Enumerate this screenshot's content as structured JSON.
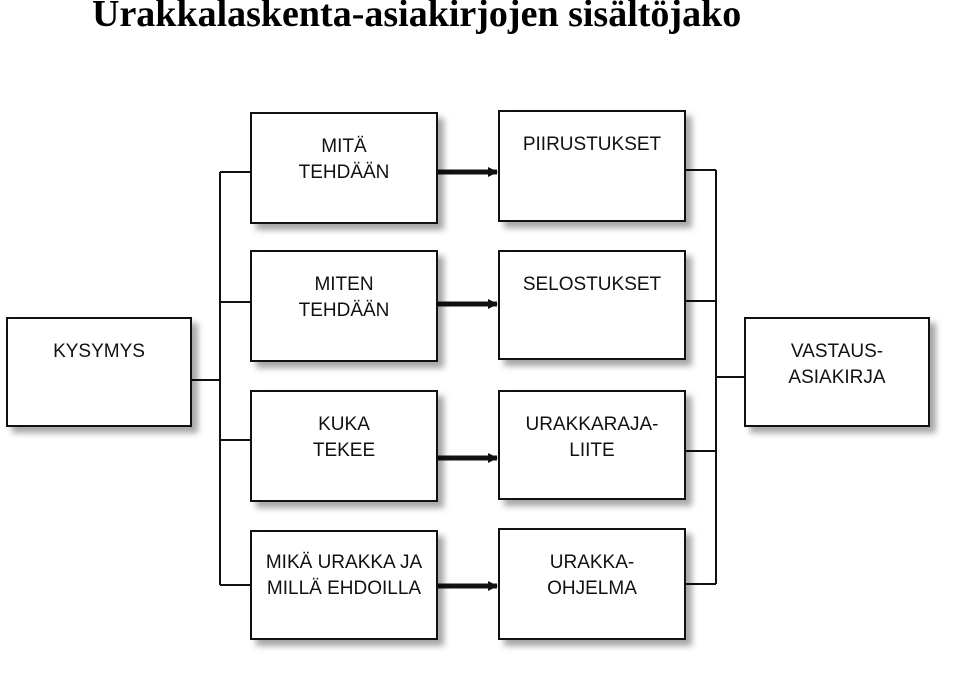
{
  "title": "Urakkalaskenta-asiakirjojen sisältöjako",
  "question": {
    "lines": [
      "KYSYMYS"
    ]
  },
  "answer": {
    "lines": [
      "VASTAUS-",
      "ASIAKIRJA"
    ]
  },
  "questions": [
    {
      "lines": [
        "MITÄ",
        "TEHDÄÄN"
      ]
    },
    {
      "lines": [
        "MITEN",
        "TEHDÄÄN"
      ]
    },
    {
      "lines": [
        "KUKA",
        "TEKEE"
      ]
    },
    {
      "lines": [
        "MIKÄ URAKKA JA",
        "MILLÄ EHDOILLA"
      ]
    }
  ],
  "documents": [
    {
      "lines": [
        "PIIRUSTUKSET"
      ]
    },
    {
      "lines": [
        "SELOSTUKSET"
      ]
    },
    {
      "lines": [
        "URAKKARAJA-",
        "LIITE"
      ]
    },
    {
      "lines": [
        "URAKKA-",
        "OHJELMA"
      ]
    }
  ]
}
